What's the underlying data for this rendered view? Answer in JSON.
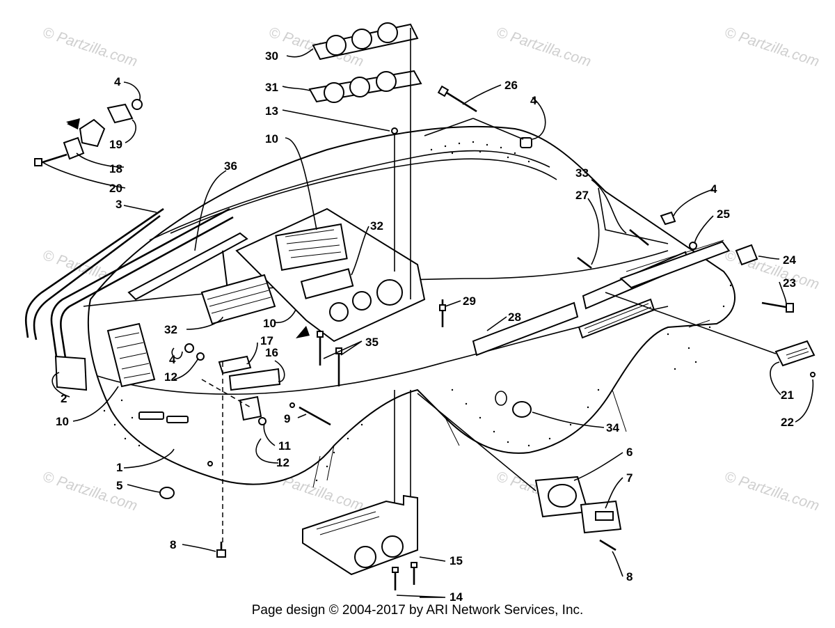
{
  "diagram": {
    "watermark_text": "© Partzilla.com",
    "footer": "Page design © 2004-2017 by ARI Network Services, Inc.",
    "labels": [
      {
        "id": "l30",
        "text": "30"
      },
      {
        "id": "l31",
        "text": "31"
      },
      {
        "id": "l13",
        "text": "13"
      },
      {
        "id": "l10a",
        "text": "10"
      },
      {
        "id": "l26",
        "text": "26"
      },
      {
        "id": "l4a",
        "text": "4"
      },
      {
        "id": "l4b",
        "text": "4"
      },
      {
        "id": "l19",
        "text": "19"
      },
      {
        "id": "l18",
        "text": "18"
      },
      {
        "id": "l20",
        "text": "20"
      },
      {
        "id": "l3",
        "text": "3"
      },
      {
        "id": "l36",
        "text": "36"
      },
      {
        "id": "l32a",
        "text": "32"
      },
      {
        "id": "l32b",
        "text": "32"
      },
      {
        "id": "l10b",
        "text": "10"
      },
      {
        "id": "l33",
        "text": "33"
      },
      {
        "id": "l27",
        "text": "27"
      },
      {
        "id": "l4c",
        "text": "4"
      },
      {
        "id": "l25",
        "text": "25"
      },
      {
        "id": "l24",
        "text": "24"
      },
      {
        "id": "l23",
        "text": "23"
      },
      {
        "id": "l29",
        "text": "29"
      },
      {
        "id": "l28",
        "text": "28"
      },
      {
        "id": "l35",
        "text": "35"
      },
      {
        "id": "l17",
        "text": "17"
      },
      {
        "id": "l16",
        "text": "16"
      },
      {
        "id": "l4d",
        "text": "4"
      },
      {
        "id": "l12a",
        "text": "12"
      },
      {
        "id": "l2",
        "text": "2"
      },
      {
        "id": "l10c",
        "text": "10"
      },
      {
        "id": "l9",
        "text": "9"
      },
      {
        "id": "l11",
        "text": "11"
      },
      {
        "id": "l12b",
        "text": "12"
      },
      {
        "id": "l34",
        "text": "34"
      },
      {
        "id": "l21",
        "text": "21"
      },
      {
        "id": "l22",
        "text": "22"
      },
      {
        "id": "l1",
        "text": "1"
      },
      {
        "id": "l5",
        "text": "5"
      },
      {
        "id": "l6",
        "text": "6"
      },
      {
        "id": "l7",
        "text": "7"
      },
      {
        "id": "l8a",
        "text": "8"
      },
      {
        "id": "l8b",
        "text": "8"
      },
      {
        "id": "l15",
        "text": "15"
      },
      {
        "id": "l14",
        "text": "14"
      }
    ]
  }
}
